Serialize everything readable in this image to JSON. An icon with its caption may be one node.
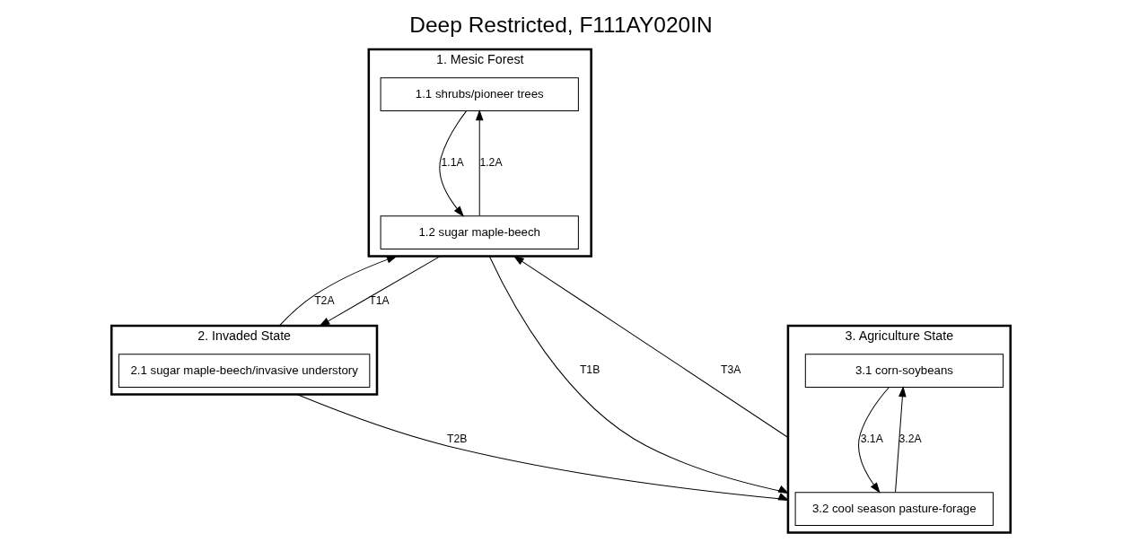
{
  "diagram": {
    "title": "Deep Restricted, F111AY020IN",
    "nodes": [
      {
        "text": [
          "1. Mesic Forest"
        ]
      },
      {
        "text": [
          "1.1 shrubs/pioneer trees"
        ],
        "in": 0
      },
      {
        "text": [
          "1.2 sugar maple-beech"
        ],
        "in": 0
      },
      {
        "text": [
          "2. Invaded State"
        ]
      },
      {
        "text": [
          "2.1 sugar maple-beech/invasive understory"
        ],
        "in": 3
      },
      {
        "text": [
          "3. Agriculture State"
        ]
      },
      {
        "text": [
          "3.1 corn-soybeans"
        ],
        "in": 5
      },
      {
        "text": [
          "3.2 cool season pasture-forage"
        ],
        "in": 5
      }
    ],
    "edges": [
      {
        "from": 1,
        "to": 2,
        "arrow": "to",
        "label": "1.1A"
      },
      {
        "from": 2,
        "to": 1,
        "arrow": "to",
        "label": "1.2A"
      },
      {
        "from": 3,
        "to": 0,
        "arrow": "to",
        "label": "T2A"
      },
      {
        "from": 0,
        "to": 3,
        "arrow": "to",
        "label": "T1A"
      },
      {
        "from": 0,
        "to": 5,
        "arrow": "to",
        "label": "T1B"
      },
      {
        "from": 5,
        "to": 0,
        "arrow": "to",
        "label": "T3A"
      },
      {
        "from": 3,
        "to": 5,
        "arrow": "to",
        "label": "T2B"
      },
      {
        "from": 6,
        "to": 7,
        "arrow": "to",
        "label": "3.1A"
      },
      {
        "from": 7,
        "to": 6,
        "arrow": "to",
        "label": "3.2A"
      }
    ]
  }
}
